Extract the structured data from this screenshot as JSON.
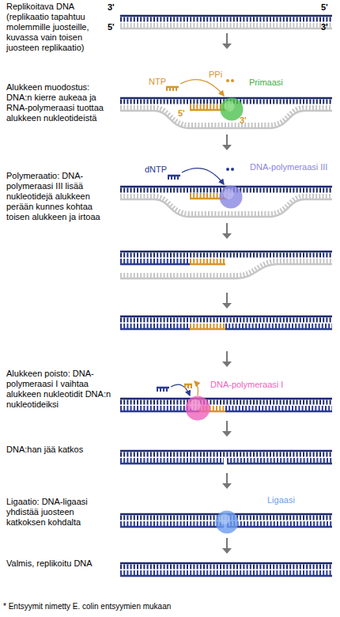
{
  "diagram": {
    "nodes": [
      {
        "text": [
          "Primaasi"
        ]
      },
      {
        "text": [
          "DNA-polymeraasi III"
        ]
      },
      {
        "text": [
          "DNA-polymeraasi I"
        ]
      },
      {
        "text": [
          "Ligaasi"
        ]
      }
    ],
    "labels": [
      "Replikoitava DNA (replikaatio tapahtuu molemmille juosteille, kuvassa vain toisen juosteen replikaatio)",
      "3'",
      "5'",
      "5'",
      "3'",
      "NTP",
      "PPi",
      "Alukkeen muodostus: DNA:n kierre aukeaa ja RNA-polymeraasi tuottaa alukkeen nukleotideistä",
      "5'",
      "3'",
      "dNTP",
      "Polymeraatio: DNA-polymeraasi III lisää nukleotidejä alukkeen perään kunnes kohtaa toisen alukkeen ja irtoaa",
      "Alukkeen poisto: DNA-polymeraasi I vaihtaa alukkeen nukleotidit DNA:n nukleotideiksi",
      "DNA:han jää katkos",
      "Ligaatio: DNA-ligaasi yhdistää juosteen katkoksen kohdalta",
      "Valmis, replikoitu DNA",
      "* Entsyymit nimetty E. colin entsyymien mukaan"
    ]
  }
}
